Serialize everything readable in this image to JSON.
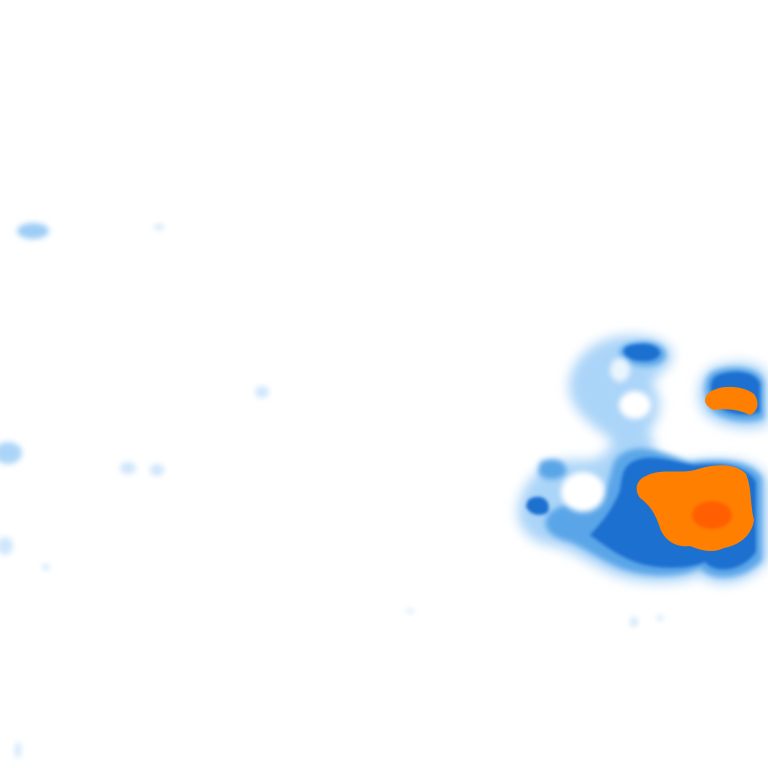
{
  "map": {
    "background": "#ffffff",
    "legend_colors": {
      "light": "#aad4f8",
      "mid": "#5aa5e8",
      "dark": "#1d6fd0",
      "heavy": "#ff8000",
      "core": "#ff5a00"
    },
    "cells": [
      {
        "level": "light"
      },
      {
        "level": "light"
      },
      {
        "level": "mid"
      },
      {
        "level": "dark"
      },
      {
        "level": "heavy"
      },
      {
        "level": "core"
      }
    ]
  }
}
